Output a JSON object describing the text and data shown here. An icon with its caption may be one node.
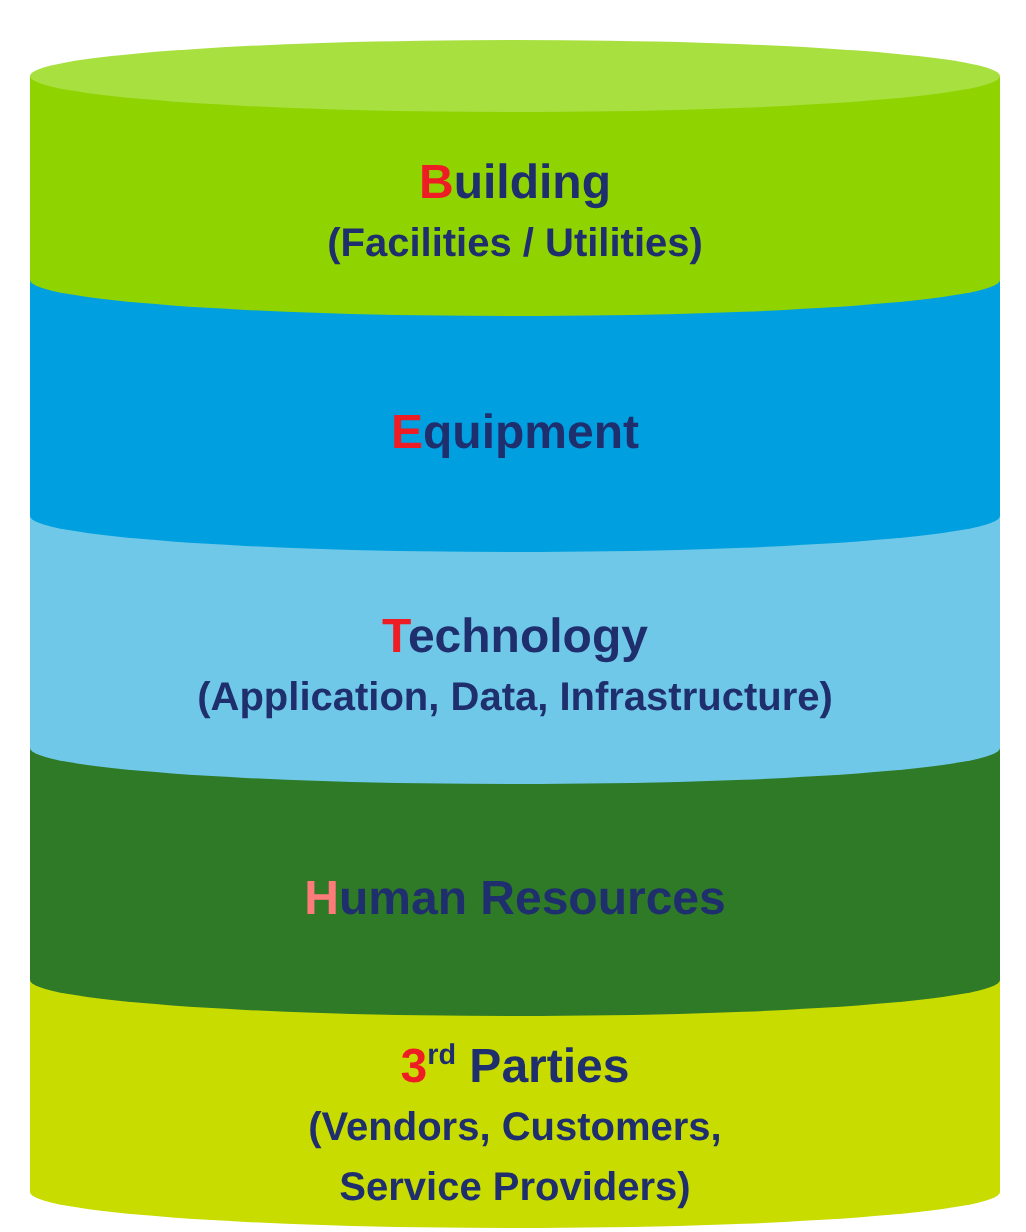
{
  "diagram": {
    "nodes": [
      {
        "text": [
          "Building",
          "(Facilities / Utilities)"
        ]
      },
      {
        "text": [
          "Equipment"
        ]
      },
      {
        "text": [
          "Technology",
          "(Application, Data, Infrastructure)"
        ]
      },
      {
        "text": [
          "Human Resources"
        ]
      },
      {
        "text": [
          "3$^{rd}$ Parties",
          "(Vendors, Customers, Service Providers)"
        ]
      }
    ],
    "edges": []
  }
}
